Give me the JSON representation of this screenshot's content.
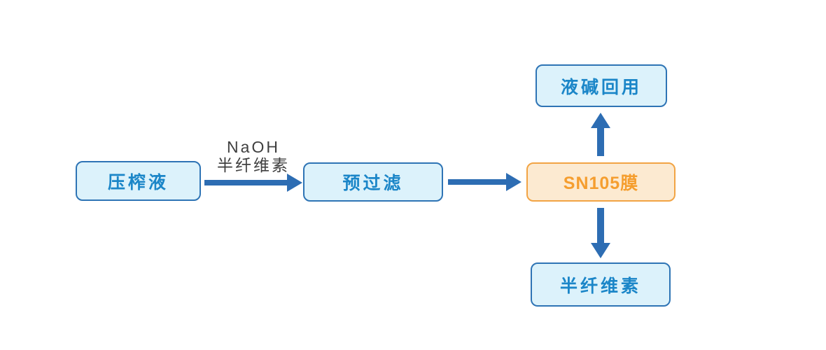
{
  "diagram": {
    "type": "flowchart",
    "nodes": [
      {
        "id": "press-liquid",
        "label": "压榨液",
        "style": "blue"
      },
      {
        "id": "pre-filter",
        "label": "预过滤",
        "style": "blue"
      },
      {
        "id": "sn105-membrane",
        "label": "SN105膜",
        "style": "orange"
      },
      {
        "id": "alkali-reuse",
        "label": "液碱回用",
        "style": "blue"
      },
      {
        "id": "hemicellulose",
        "label": "半纤维素",
        "style": "blue"
      }
    ],
    "edges": [
      {
        "from": "press-liquid",
        "to": "pre-filter",
        "direction": "right",
        "label_line1": "NaOH",
        "label_line2": "半纤维素"
      },
      {
        "from": "pre-filter",
        "to": "sn105-membrane",
        "direction": "right"
      },
      {
        "from": "sn105-membrane",
        "to": "alkali-reuse",
        "direction": "up"
      },
      {
        "from": "sn105-membrane",
        "to": "hemicellulose",
        "direction": "down"
      }
    ],
    "colors": {
      "background": "#FFFFFF",
      "blue_node_fill": "#DCF2FB",
      "blue_node_border": "#2E74B5",
      "blue_node_text": "#1B86C8",
      "orange_node_fill": "#FCEAD1",
      "orange_node_border": "#F2A444",
      "orange_node_text": "#F59E2F",
      "arrow": "#2D6DB3",
      "edge_label_text": "#404040"
    }
  }
}
